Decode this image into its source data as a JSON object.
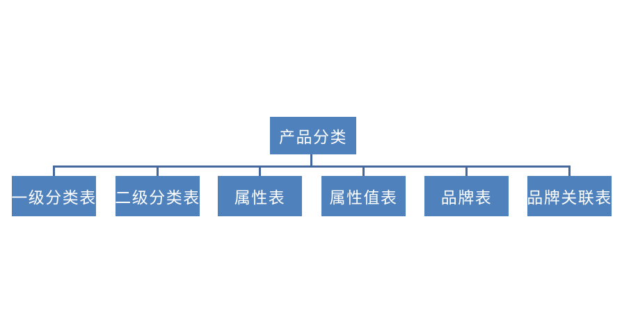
{
  "diagram": {
    "type": "org-chart",
    "root": {
      "label": "产品分类"
    },
    "children": [
      {
        "label": "一级分类表"
      },
      {
        "label": "二级分类表"
      },
      {
        "label": "属性表"
      },
      {
        "label": "属性值表"
      },
      {
        "label": "品牌表"
      },
      {
        "label": "品牌关联表"
      }
    ],
    "colors": {
      "node_fill": "#4f81bd",
      "node_text": "#ffffff",
      "connector": "#44679e",
      "background": "#ffffff"
    }
  }
}
